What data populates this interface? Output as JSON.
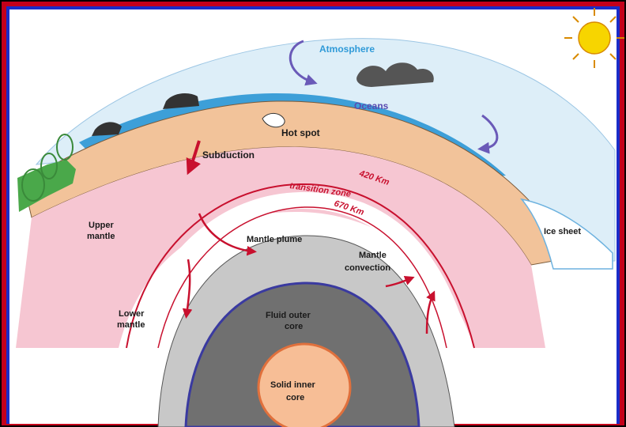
{
  "labels": {
    "atmosphere": "Atmosphere",
    "oceans": "Oceans",
    "hot_spot": "Hot spot",
    "subduction": "Subduction",
    "km420": "420 Km",
    "transition_zone": "transition zone",
    "km670": "670 Km",
    "upper_mantle_1": "Upper",
    "upper_mantle_2": "mantle",
    "mantle_plume": "Mantle plume",
    "mantle_convection_1": "Mantle",
    "mantle_convection_2": "convection",
    "ice_sheet": "Ice sheet",
    "lower_mantle_1": "Lower",
    "lower_mantle_2": "mantle",
    "fluid_outer_core_1": "Fluid outer",
    "fluid_outer_core_2": "core",
    "solid_inner_core_1": "Solid inner",
    "solid_inner_core_2": "core"
  },
  "colors": {
    "frame_outer": "#c4001a",
    "frame_inner": "#1a2cc8",
    "atmosphere": "#ddeef8",
    "atmosphere_text": "#2f9ad8",
    "ocean": "#3d9fd8",
    "ocean_text": "#5a4bb0",
    "crust": "#f2c39a",
    "upper_mantle": "#f6c6d2",
    "transition_line": "#c8102e",
    "lower_mantle": "#c8c8c8",
    "outer_core": "#707070",
    "core_boundary": "#3a3aa0",
    "inner_core": "#f7be96",
    "inner_core_edge": "#e0703c",
    "vegetation": "#4aa84a",
    "sun": "#f7d500"
  }
}
